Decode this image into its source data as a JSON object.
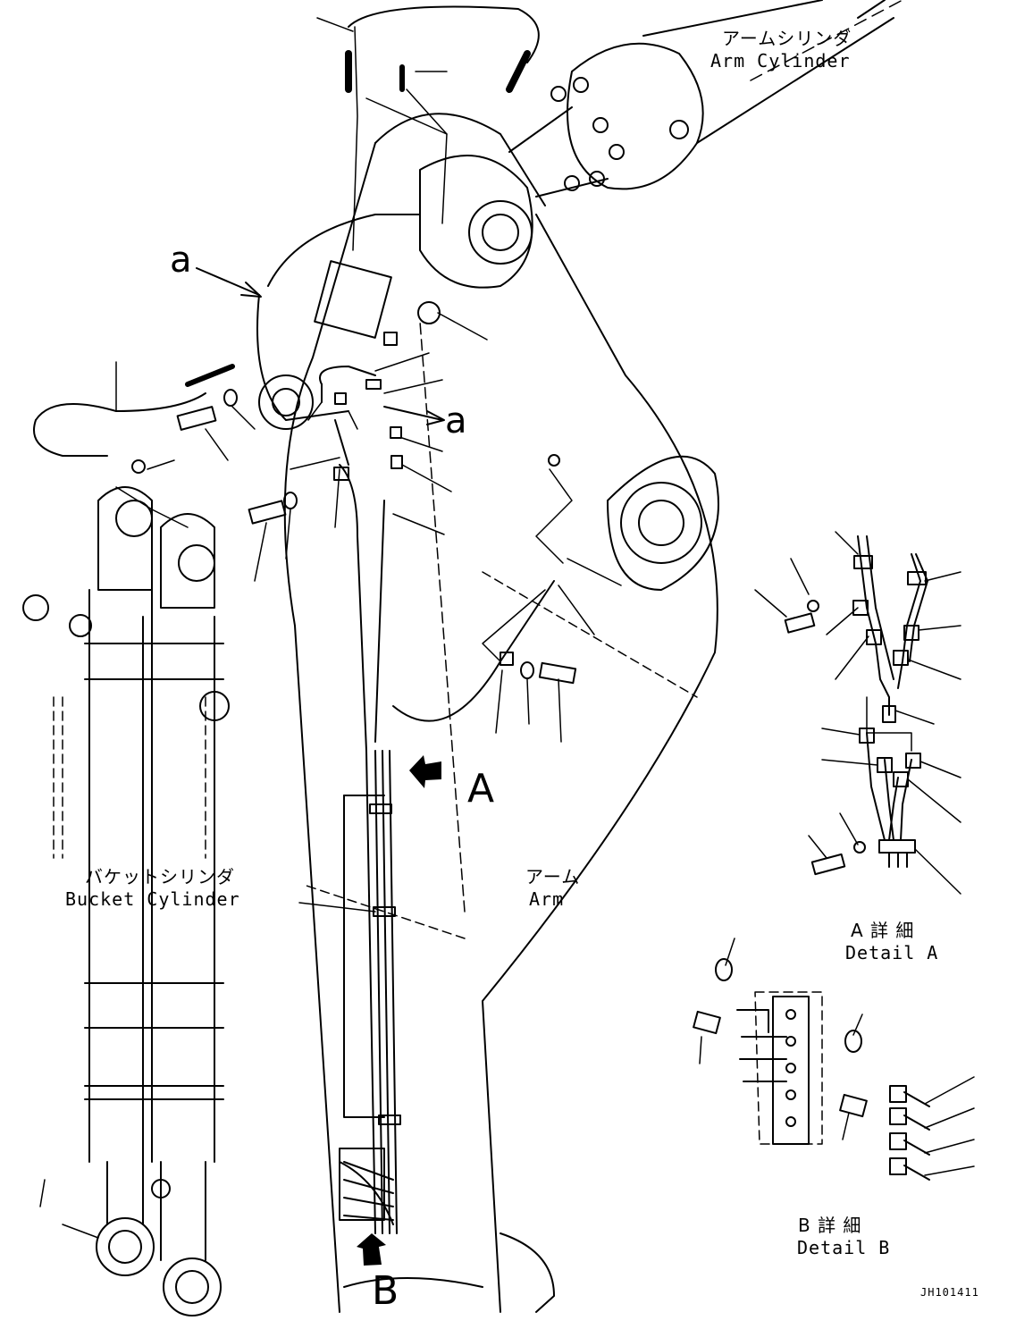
{
  "labels": {
    "arm_cylinder_jp": "アームシリンダ",
    "arm_cylinder_en": "Arm Cylinder",
    "bucket_cylinder_jp": "バケットシリンダ",
    "bucket_cylinder_en": "Bucket Cylinder",
    "arm_jp": "アーム",
    "arm_en": "Arm",
    "view_a": "A",
    "view_b": "B",
    "ref_a_1": "a",
    "ref_a_2": "a",
    "detail_a_jp": "A 詳 細",
    "detail_a_en": "Detail A",
    "detail_b_jp": "B 詳 細",
    "detail_b_en": "Detail B",
    "drawing_code": "JH101411"
  },
  "colors": {
    "ink": "#000000",
    "paper": "#ffffff"
  },
  "icons": {
    "view_arrow_a": "arrow-left-icon",
    "view_arrow_b": "arrow-up-icon"
  }
}
